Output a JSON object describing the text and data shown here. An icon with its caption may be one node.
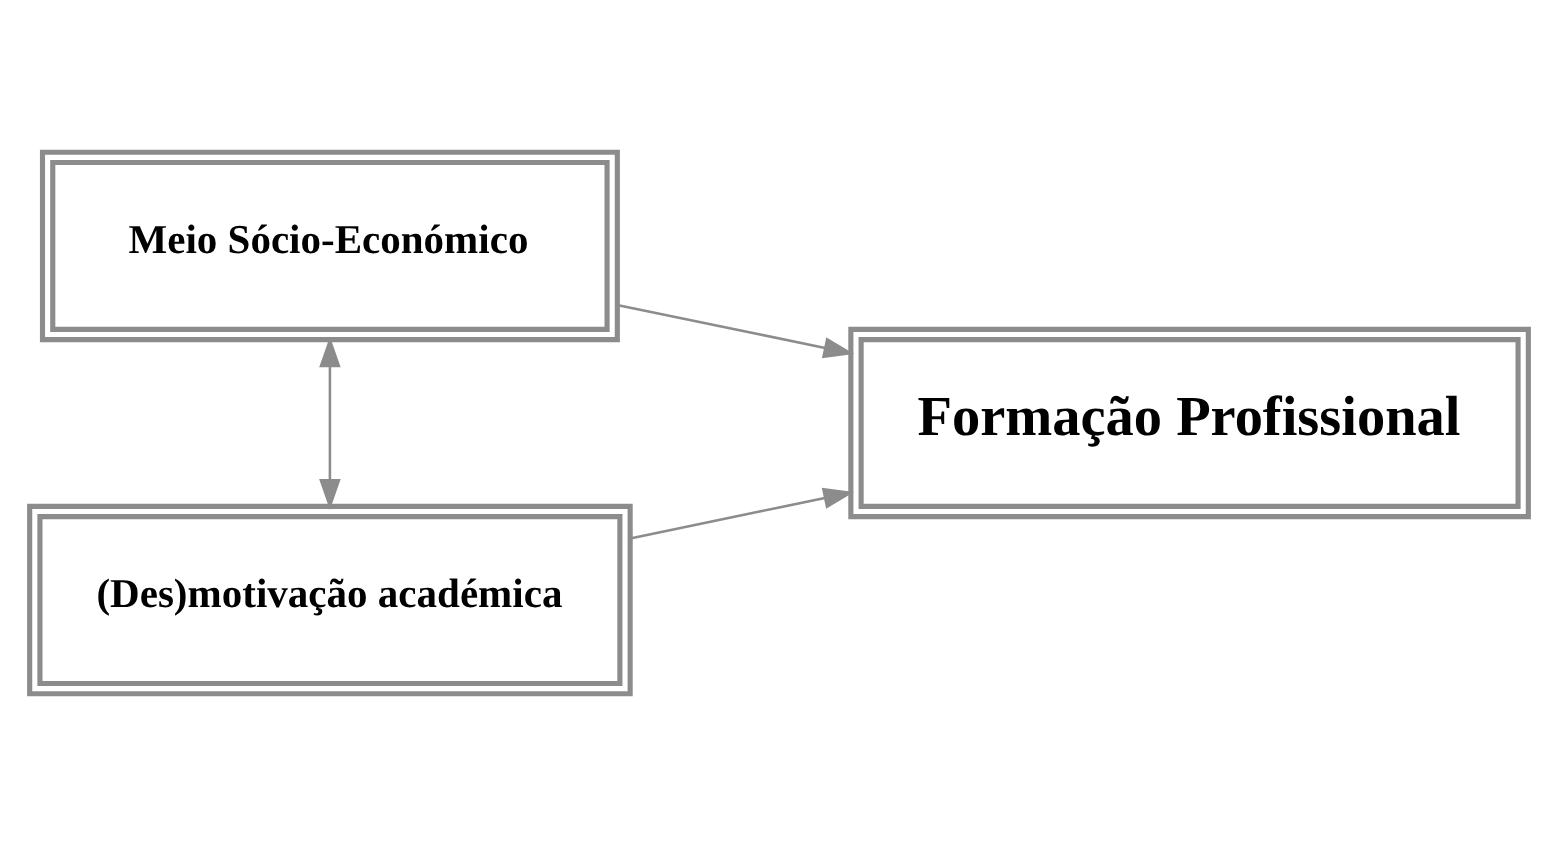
{
  "diagram": {
    "nodes": [
      {
        "text": [
          "Meio Sócio-Económico"
        ]
      },
      {
        "text": [
          "Formação Profissional"
        ]
      },
      {
        "text": [
          "(Des)motivação académica"
        ]
      }
    ],
    "edges": [
      {
        "from": 0,
        "to": 2,
        "arrow": "both"
      },
      {
        "from": 0,
        "to": 1,
        "arrow": "to"
      },
      {
        "from": 2,
        "to": 1,
        "arrow": "to"
      }
    ]
  }
}
